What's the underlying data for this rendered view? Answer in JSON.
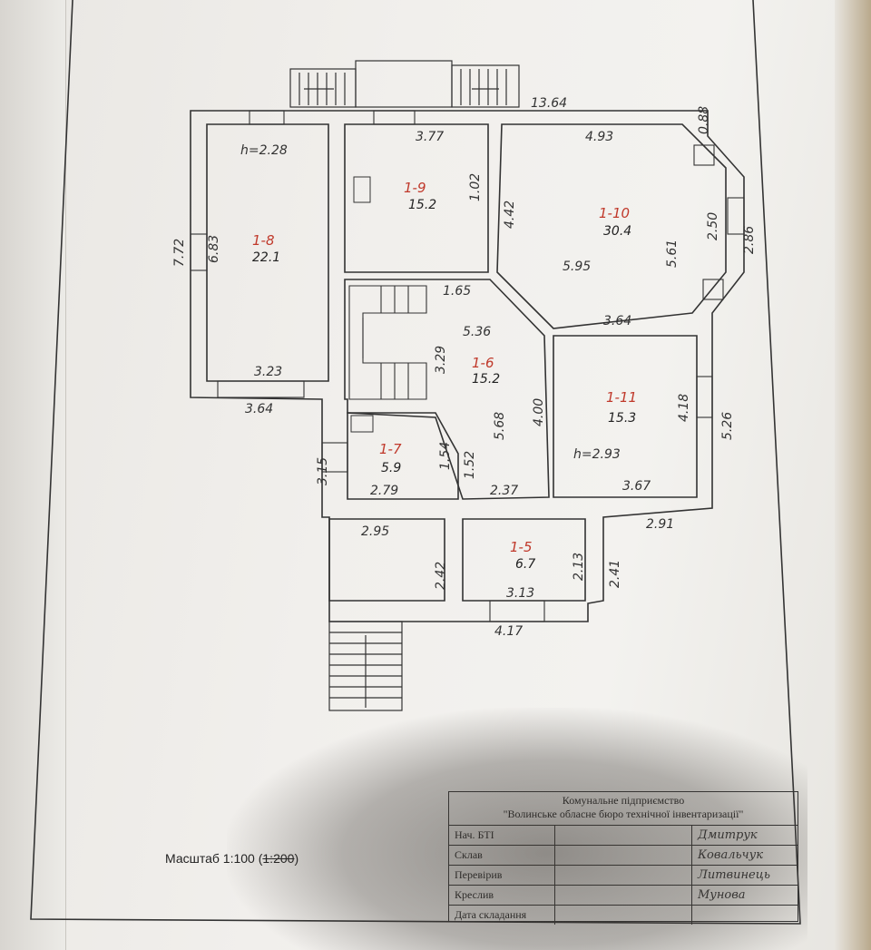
{
  "rooms": [
    {
      "id": "1-8",
      "area": "22.1"
    },
    {
      "id": "1-9",
      "area": "15.2"
    },
    {
      "id": "1-10",
      "area": "30.4"
    },
    {
      "id": "1-6",
      "area": "15.2"
    },
    {
      "id": "1-11",
      "area": "15.3"
    },
    {
      "id": "1-7",
      "area": "5.9"
    },
    {
      "id": "1-5",
      "area": "6.7"
    }
  ],
  "heights": {
    "h1": "h=2.28",
    "h2": "h=2.93"
  },
  "dims": {
    "d1364": "13.64",
    "d377": "3.77",
    "d493": "4.93",
    "d088": "0.88",
    "d772": "7.72",
    "d683": "6.83",
    "d102": "1.02",
    "d442": "4.42",
    "d250": "2.50",
    "d286": "2.86",
    "d561": "5.61",
    "d595": "5.95",
    "d165": "1.65",
    "d536": "5.36",
    "d364a": "3.64",
    "d329": "3.29",
    "d323": "3.23",
    "d364b": "3.64",
    "d400": "4.00",
    "d418": "4.18",
    "d526": "5.26",
    "d315": "3.15",
    "d154": "1.54",
    "d152": "1.52",
    "d568": "5.68",
    "d279": "2.79",
    "d237": "2.37",
    "d367": "3.67",
    "d295": "2.95",
    "d291": "2.91",
    "d242": "2.42",
    "d213": "2.13",
    "d241": "2.41",
    "d313": "3.13",
    "d417": "4.17"
  },
  "scale": {
    "label": "Масштаб 1:100",
    "struck": "1:200"
  },
  "stamp": {
    "org1": "Комунальне підприємство",
    "org2": "\"Волинське обласне бюро технічної інвентаризації\"",
    "rows": [
      {
        "role": "Нач. БТІ",
        "name": "Дмитрук"
      },
      {
        "role": "Склав",
        "name": "Ковальчук"
      },
      {
        "role": "Перевірив",
        "name": "Литвинець"
      },
      {
        "role": "Креслив",
        "name": "Мунова"
      },
      {
        "role": "Дата складання",
        "name": ""
      }
    ]
  }
}
